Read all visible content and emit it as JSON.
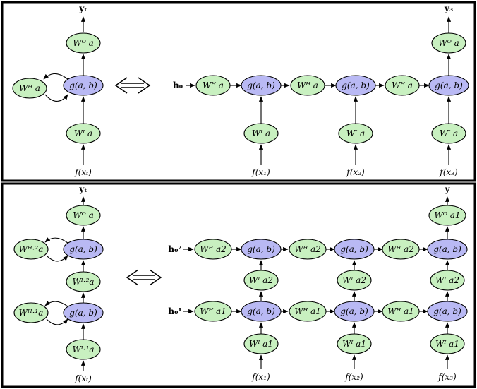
{
  "labels": {
    "woa": "Wᴼ a",
    "wha": "Wᴴ a",
    "wia": "Wᴵ a",
    "gab": "g(a, b)",
    "yt": "yₜ",
    "y3": "y₃",
    "y": "y",
    "fxt": "f(xₜ)",
    "fx1": "f(x₁)",
    "fx2": "f(x₂)",
    "fx3": "f(x₃)",
    "h0": "h₀",
    "h0_1": "h₀¹",
    "h0_2": "h₀²",
    "wh2a": "Wᴴ·²a",
    "wh1a": "Wᴴ·¹a",
    "wi2a": "Wᴵ·²a",
    "wi1a": "Wᴵ·¹a",
    "woa1": "Wᴼ a1",
    "wha1": "Wᴴ a1",
    "wha2": "Wᴴ a2",
    "wia1": "Wᴵ a1",
    "wia2": "Wᴵ a2"
  },
  "colors": {
    "green": "#c8f0c0",
    "blue": "#b9b9f4"
  }
}
